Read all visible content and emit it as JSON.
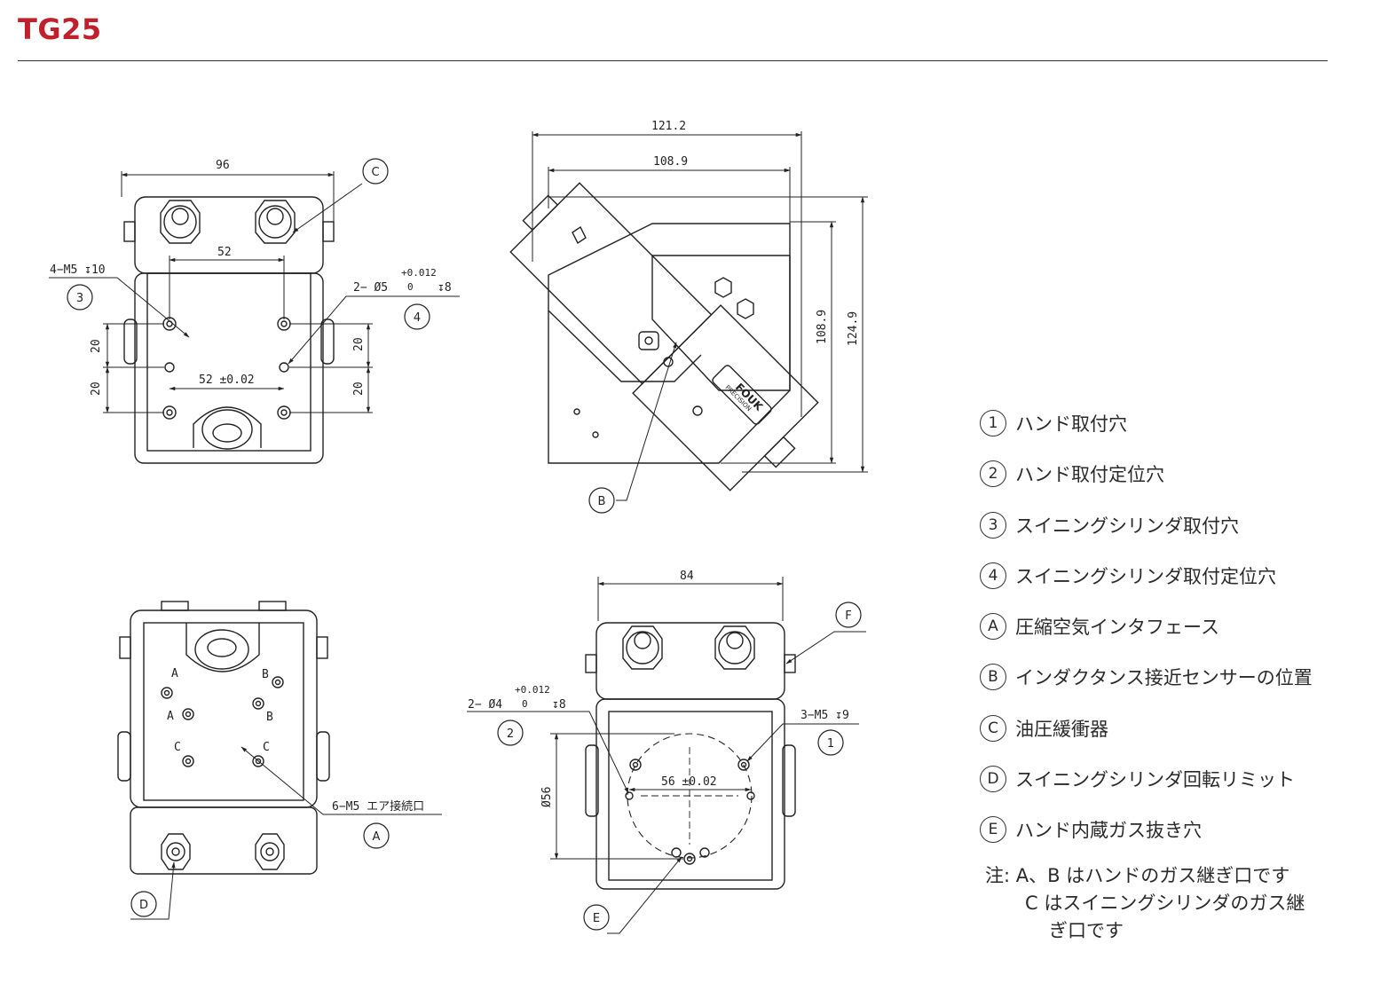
{
  "title": "TG25",
  "legend": [
    {
      "mark": "1",
      "text": "ハンド取付穴"
    },
    {
      "mark": "2",
      "text": "ハンド取付定位穴"
    },
    {
      "mark": "3",
      "text": "スイニングシリンダ取付穴"
    },
    {
      "mark": "4",
      "text": "スイニングシリンダ取付定位穴"
    },
    {
      "mark": "A",
      "text": "圧縮空気インタフェース"
    },
    {
      "mark": "B",
      "text": "インダクタンス接近センサーの位置"
    },
    {
      "mark": "C",
      "text": "油圧緩衝器"
    },
    {
      "mark": "D",
      "text": "スイニングシリンダ回転リミット"
    },
    {
      "mark": "E",
      "text": "ハンド内蔵ガス抜き穴"
    }
  ],
  "notes": {
    "line1": "注: A、B はハンドのガス継ぎ口です",
    "line2": "C はスイニングシリンダのガス継",
    "line3": "ぎ口です"
  },
  "views": {
    "top_left": {
      "width": "96",
      "hole_pitch": "52",
      "hole_pitch_tol": "52 ±0.02",
      "pitch_a": "20",
      "pitch_b": "20",
      "pitch_c": "20",
      "pitch_d": "20",
      "tap_spec": "4−M5 ↧10",
      "pin_spec": "2− Ø5",
      "pin_tol_upper": "+0.012",
      "pin_tol_lower": "0",
      "pin_depth": "↧8",
      "callout_1": "3",
      "callout_2": "4",
      "callout_3": "C"
    },
    "top_right": {
      "width_overall": "121.2",
      "width_inner": "108.9",
      "height_inner": "108.9",
      "height_overall": "124.9",
      "brand_line1": "FOUK",
      "brand_line2": "PRECISION",
      "callout": "B"
    },
    "bottom_left": {
      "port_a1": "A",
      "port_a2": "A",
      "port_b1": "B",
      "port_b2": "B",
      "port_c1": "C",
      "port_c2": "C",
      "port_spec": "6−M5 エア接続口",
      "callout_1": "A",
      "callout_2": "D"
    },
    "bottom_right": {
      "width": "84",
      "pcd": "Ø56",
      "hole_pitch": "56 ±0.02",
      "pin_spec": "2− Ø4",
      "pin_tol_upper": "+0.012",
      "pin_tol_lower": "0",
      "pin_depth": "↧8",
      "tap_spec": "3−M5 ↧9",
      "callout_1": "2",
      "callout_2": "1",
      "callout_3": "F",
      "callout_4": "E"
    }
  },
  "colors": {
    "title": "#c0202c",
    "line": "#222222"
  }
}
